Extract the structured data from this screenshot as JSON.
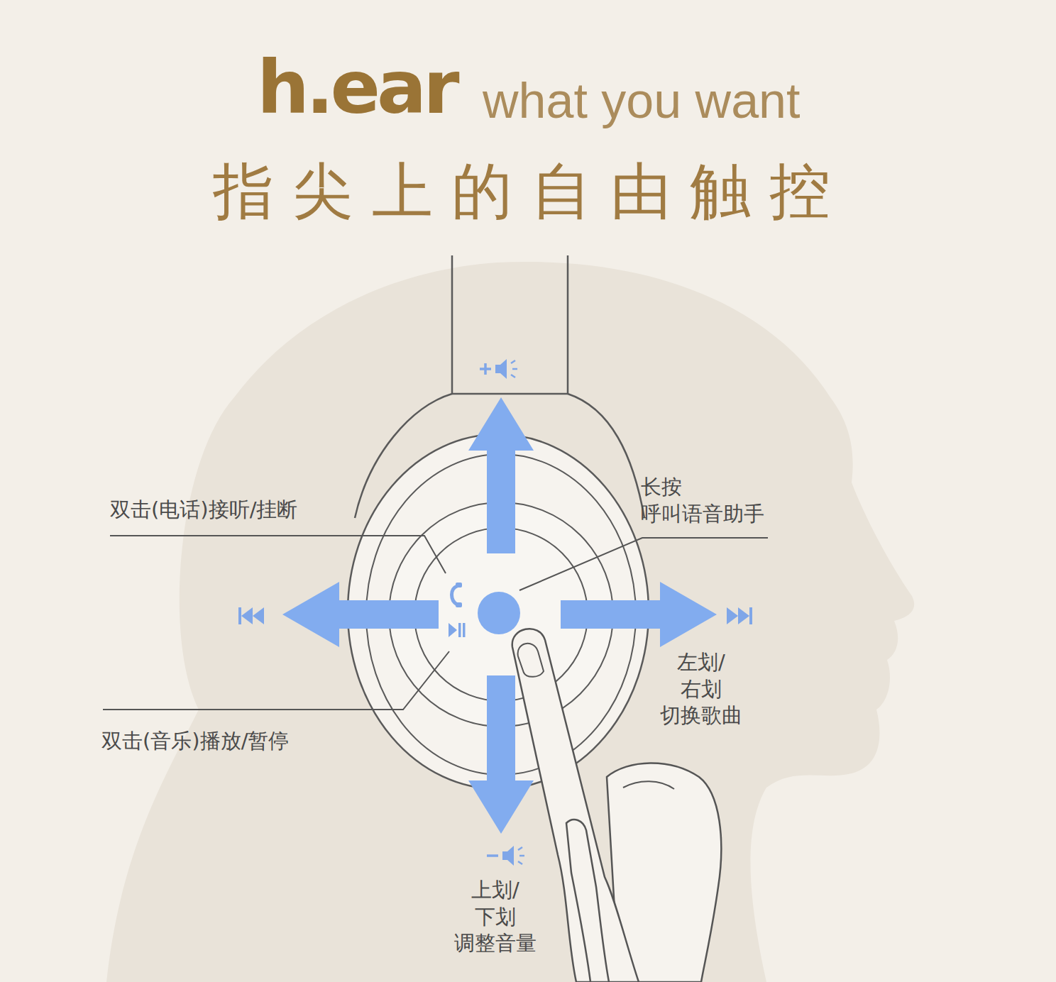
{
  "diagram": {
    "title": "指尖上的自由触控",
    "labels": [
      "h.ear",
      "what you want",
      "双击(电话)接听/挂断",
      "长按 呼叫语音助手",
      "左划/右划 切换歌曲",
      "双击(音乐)播放/暂停",
      "上划/下划 调整音量"
    ]
  }
}
